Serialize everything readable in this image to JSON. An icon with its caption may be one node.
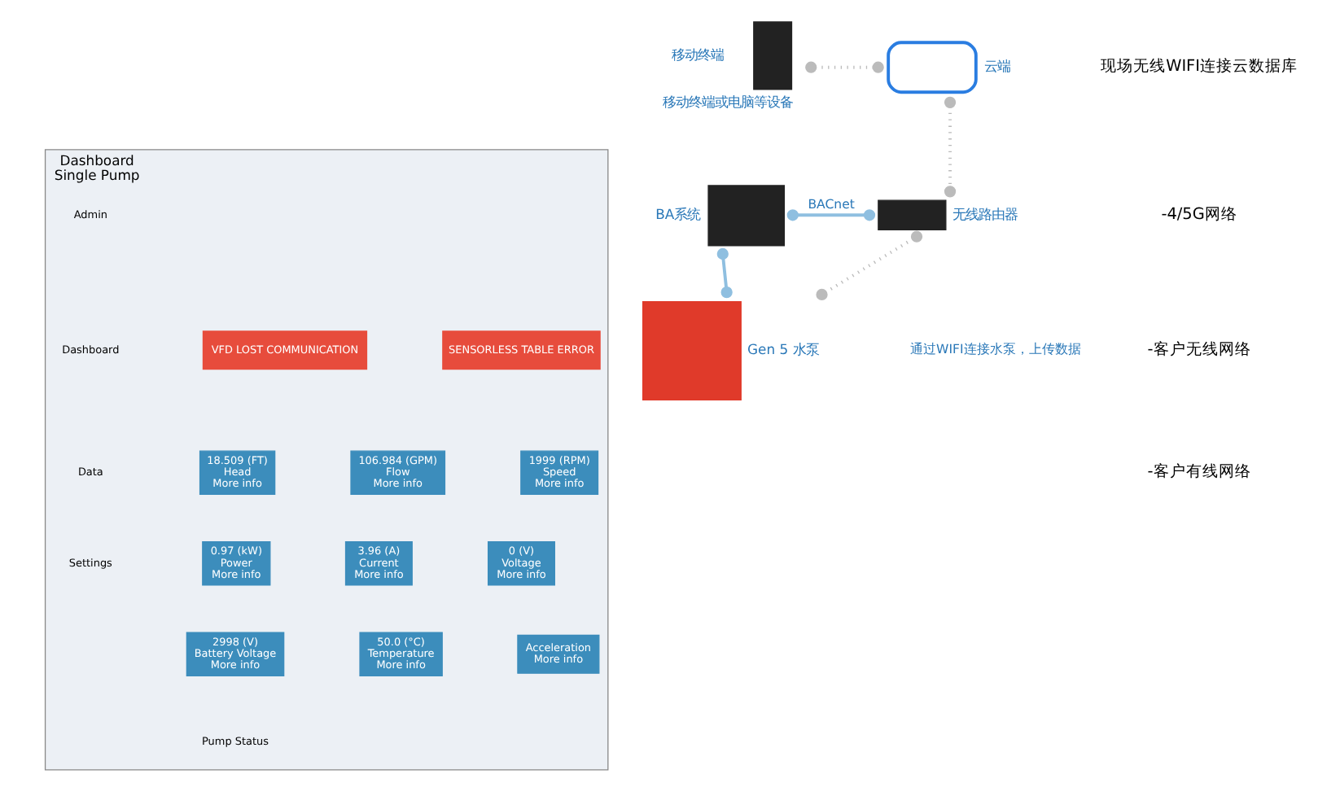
{
  "diagram": {
    "nodes": [
      {
        "text": [],
        "shape": "box",
        "beside": [
          "移动终端",
          "移动终端或电脑等设备"
        ]
      },
      {
        "text": [],
        "shape": "cloud",
        "beside": [
          "云端"
        ]
      },
      {
        "text": [],
        "shape": "box",
        "beside": [
          "BA系统"
        ]
      },
      {
        "text": [],
        "shape": "box",
        "beside": [
          "无线路由器"
        ]
      },
      {
        "text": [],
        "shape": "box",
        "beside": [
          "Gen 5 水泵"
        ]
      },
      {
        "text": [
          "Dashboard",
          "Single Pump"
        ]
      },
      {
        "text": [
          "VFD LOST COMMUNICATION"
        ],
        "in": 5
      },
      {
        "text": [
          "SENSORLESS TABLE ERROR"
        ],
        "in": 5
      },
      {
        "text": [
          "18.509 (FT)",
          "Head",
          "More info"
        ],
        "in": 5
      },
      {
        "text": [
          "106.984 (GPM)",
          "Flow",
          "More info"
        ],
        "in": 5
      },
      {
        "text": [
          "1999 (RPM)",
          "Speed",
          "More info"
        ],
        "in": 5
      },
      {
        "text": [
          "0.97 (kW)",
          "Power",
          "More info"
        ],
        "in": 5
      },
      {
        "text": [
          "3.96 (A)",
          "Current",
          "More info"
        ],
        "in": 5
      },
      {
        "text": [
          "0 (V)",
          "Voltage",
          "More info"
        ],
        "in": 5
      },
      {
        "text": [
          "2998 (V)",
          "Battery Voltage",
          "More info"
        ],
        "in": 5
      },
      {
        "text": [
          "50.0 (°C)",
          "Temperature",
          "More info"
        ],
        "in": 5
      },
      {
        "text": [
          "Acceleration",
          "More info"
        ],
        "in": 5
      }
    ],
    "edges": [
      {
        "from": 0,
        "to": 1,
        "arrow": "other",
        "style": "dashed"
      },
      {
        "from": 1,
        "to": 3,
        "arrow": "other",
        "style": "dashed"
      },
      {
        "from": 2,
        "to": 3,
        "arrow": "other",
        "label": "BACnet",
        "color": "#8fbfe0"
      },
      {
        "from": 2,
        "to": 4,
        "arrow": "other",
        "color": "#8fbfe0"
      },
      {
        "from": 3,
        "to": 4,
        "arrow": "other",
        "style": "dashed"
      }
    ],
    "labels": [
      "现场无线WIFI连接云数据库",
      "-4/5G网络",
      "-客户无线网络",
      "-客户有线网络",
      "通过WIFI连接水泵，上传数据",
      "Admin",
      "Dashboard",
      "Data",
      "Settings",
      "Pump Status"
    ]
  }
}
